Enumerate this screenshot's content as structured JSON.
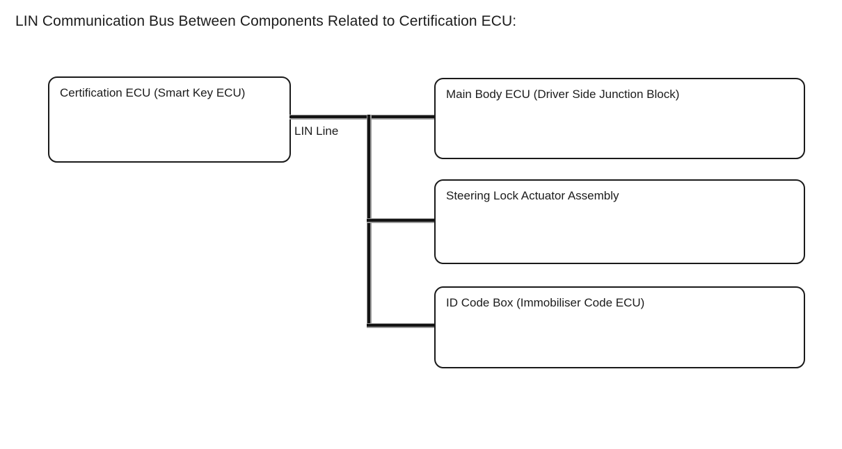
{
  "page": {
    "title": "LIN Communication Bus Between Components Related to Certification ECU:",
    "background_color": "#ffffff",
    "line_color": "#141414",
    "box_border_color": "#1a1a1a",
    "text_color": "#1b1b1b"
  },
  "diagram": {
    "type": "block-diagram",
    "source_node": {
      "id": "certification-ecu",
      "label": "Certification ECU (Smart Key ECU)"
    },
    "bus": {
      "label": "LIN Line"
    },
    "target_nodes": [
      {
        "id": "main-body-ecu",
        "label": "Main Body ECU (Driver Side Junction Block)"
      },
      {
        "id": "steering-lock-actuator",
        "label": "Steering Lock Actuator Assembly"
      },
      {
        "id": "id-code-box",
        "label": "ID Code Box (Immobiliser Code ECU)"
      }
    ]
  }
}
